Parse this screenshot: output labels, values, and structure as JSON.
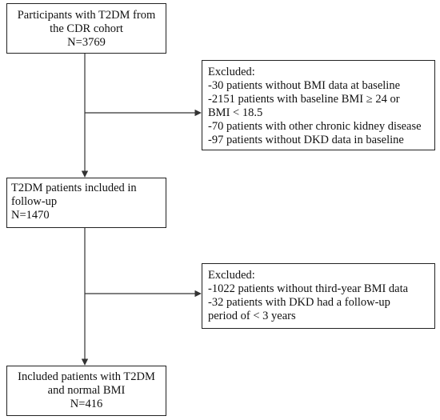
{
  "boxes": {
    "start": {
      "lines": [
        "Participants with T2DM from",
        "the CDR cohort",
        "N=3769"
      ]
    },
    "excluded_1": {
      "lines": [
        "Excluded:",
        "-30 patients without BMI data at baseline",
        "-2151 patients with baseline BMI ≥ 24 or",
        "BMI < 18.5",
        "-70 patients with other chronic kidney disease",
        "-97 patients without DKD data in baseline"
      ]
    },
    "followup": {
      "lines": [
        "T2DM patients included in",
        "follow-up",
        "N=1470"
      ]
    },
    "excluded_2": {
      "lines": [
        "Excluded:",
        "-1022 patients without third-year BMI data",
        "-32 patients with DKD had a follow-up",
        "period of  < 3 years"
      ]
    },
    "final": {
      "lines": [
        "Included patients with T2DM",
        "and normal BMI",
        "N=416"
      ]
    }
  },
  "colors": {
    "line": "#333333",
    "border": "#222222",
    "text": "#111111"
  }
}
